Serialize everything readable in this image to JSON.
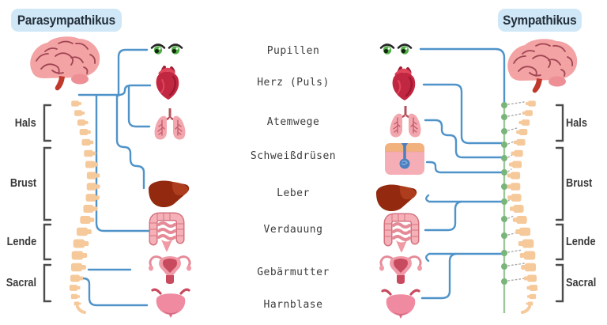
{
  "titles": {
    "left": "Parasympathikus",
    "right": "Sympathikus"
  },
  "organ_labels": [
    "Pupillen",
    "Herz (Puls)",
    "Atemwege",
    "Schweißdrüsen",
    "Leber",
    "Verdauung",
    "Gebärmutter",
    "Harnblase"
  ],
  "spine_sections": [
    "Hals",
    "Brust",
    "Lende",
    "Sacral"
  ],
  "organs_left_column": [
    "eyes",
    "heart",
    "lungs",
    "liver",
    "intestines",
    "uterus",
    "bladder"
  ],
  "organs_right_column": [
    "eyes",
    "heart",
    "lungs",
    "sweat-gland",
    "liver",
    "intestines",
    "uterus",
    "bladder"
  ],
  "colors": {
    "connection_line_blue": "#4f93c9",
    "sympathetic_trunk_green": "#9cc89c",
    "ganglion_dot_green": "#79b479",
    "spine_orange": "#f6c99b",
    "title_pill_bg": "#cfe7f6",
    "title_text": "#232f3a",
    "label_text": "#3c3c3c",
    "bracket_gray": "#4c4c4c"
  }
}
